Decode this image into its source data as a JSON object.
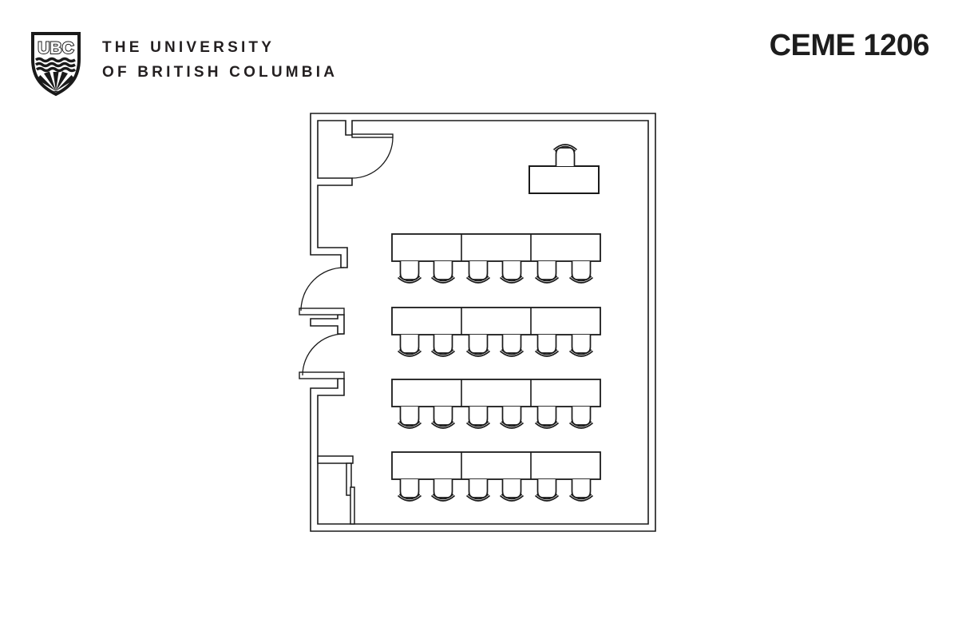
{
  "header": {
    "logo": {
      "monogram": "UBC"
    },
    "university_name_line1": "THE UNIVERSITY",
    "university_name_line2": "OF BRITISH COLUMBIA",
    "room_label": "CEME 1206"
  },
  "floor_plan": {
    "room_name": "CEME 1206",
    "table_rows": 4,
    "tables_per_row": 3,
    "chairs_per_table": 2,
    "chairs_per_row": 6,
    "total_student_seats": 24,
    "features": [
      "entry-door-top-left",
      "corridor-door-upper-left",
      "corridor-door-lower-left",
      "instructor-desk",
      "instructor-chair",
      "storage-counter-bottom-left"
    ]
  },
  "colors": {
    "line": "#1a1a1a",
    "text": "#231f20",
    "background": "#ffffff"
  }
}
